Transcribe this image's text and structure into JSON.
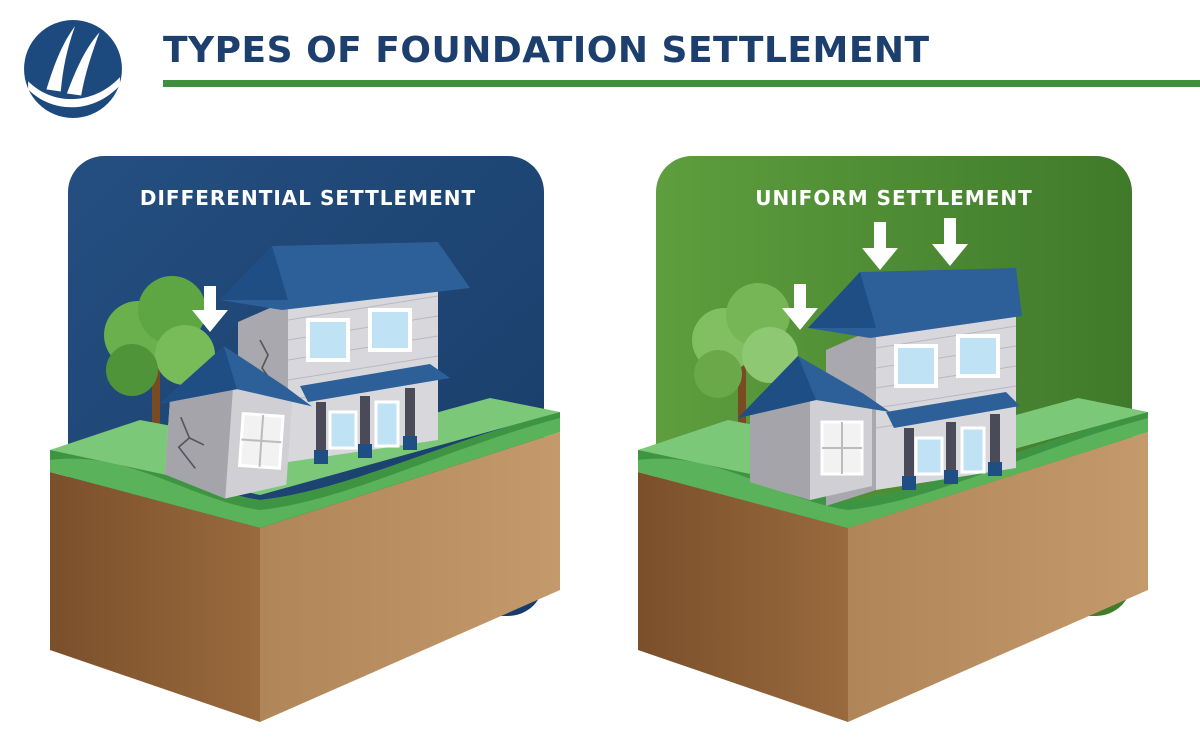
{
  "header": {
    "title": "TYPES OF FOUNDATION SETTLEMENT",
    "logo_icon": "wave-logo-icon",
    "title_color": "#1c3f6e",
    "rule_color": "#3f8f3d"
  },
  "panels": [
    {
      "id": "differential",
      "label": "DIFFERENTIAL  SETTLEMENT",
      "background_color": "#1f4a7a",
      "roof_color": "#2a5c95",
      "icons": [
        "tree-icon",
        "house-icon",
        "down-arrow-icon",
        "wall-crack-icon",
        "soil-block-icon"
      ]
    },
    {
      "id": "uniform",
      "label": "UNIFORM SETTLEMENT",
      "background_color": "#4e8a34",
      "roof_color": "#2a5c95",
      "icons": [
        "tree-icon",
        "house-icon",
        "down-arrow-icon",
        "soil-block-icon"
      ]
    }
  ]
}
